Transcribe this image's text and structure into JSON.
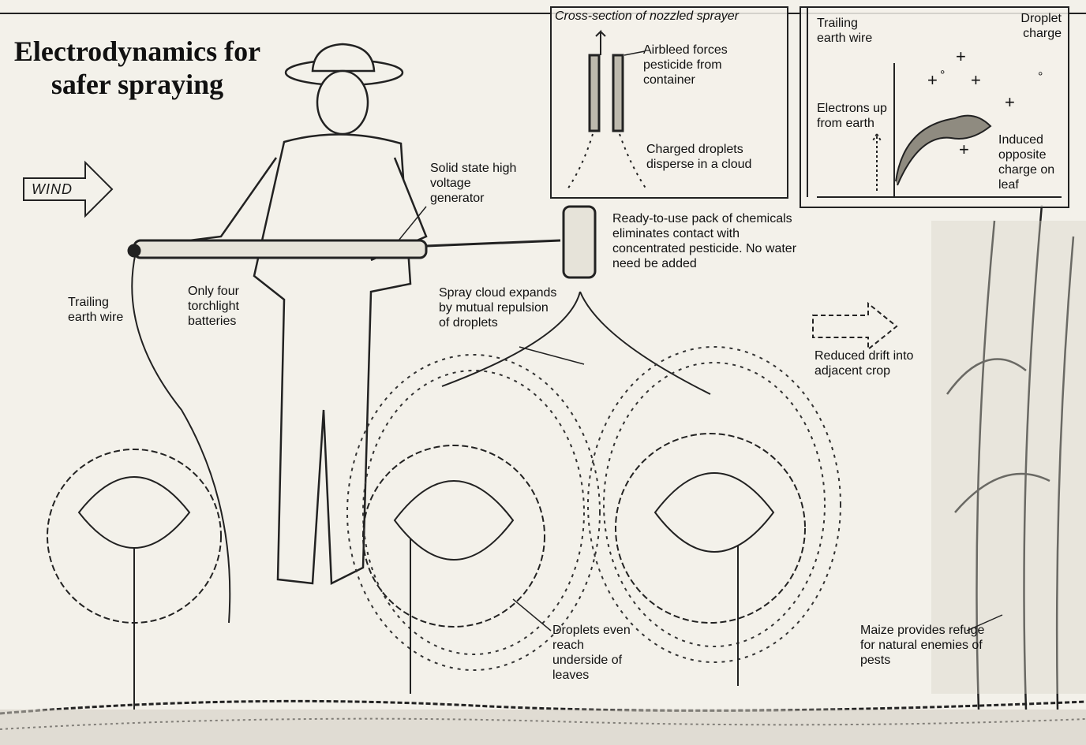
{
  "title": "Electrodynamics for safer spraying",
  "wind": {
    "label": "WIND"
  },
  "insets": {
    "sprayer": {
      "caption": "Cross-section of nozzled sprayer",
      "airbleed": "Airbleed forces pesticide from container",
      "droplets": "Charged droplets disperse in a cloud"
    },
    "charge": {
      "trailing": "Trailing earth wire",
      "droplet_charge": "Droplet charge",
      "electrons": "Electrons up from earth",
      "induced": "Induced opposite charge on leaf",
      "plus": "+",
      "degree": "°"
    }
  },
  "labels": {
    "trailing_wire": "Trailing earth wire",
    "batteries": "Only four torchlight batteries",
    "generator": "Solid state high voltage generator",
    "pack": "Ready-to-use pack of chemicals eliminates contact with concentrated pesticide. No water need be added",
    "spray_cloud": "Spray cloud expands by mutual repulsion of droplets",
    "reduced_drift": "Reduced drift into adjacent crop",
    "underside": "Droplets even reach underside of leaves",
    "maize": "Maize provides refuge for natural enemies of pests"
  }
}
